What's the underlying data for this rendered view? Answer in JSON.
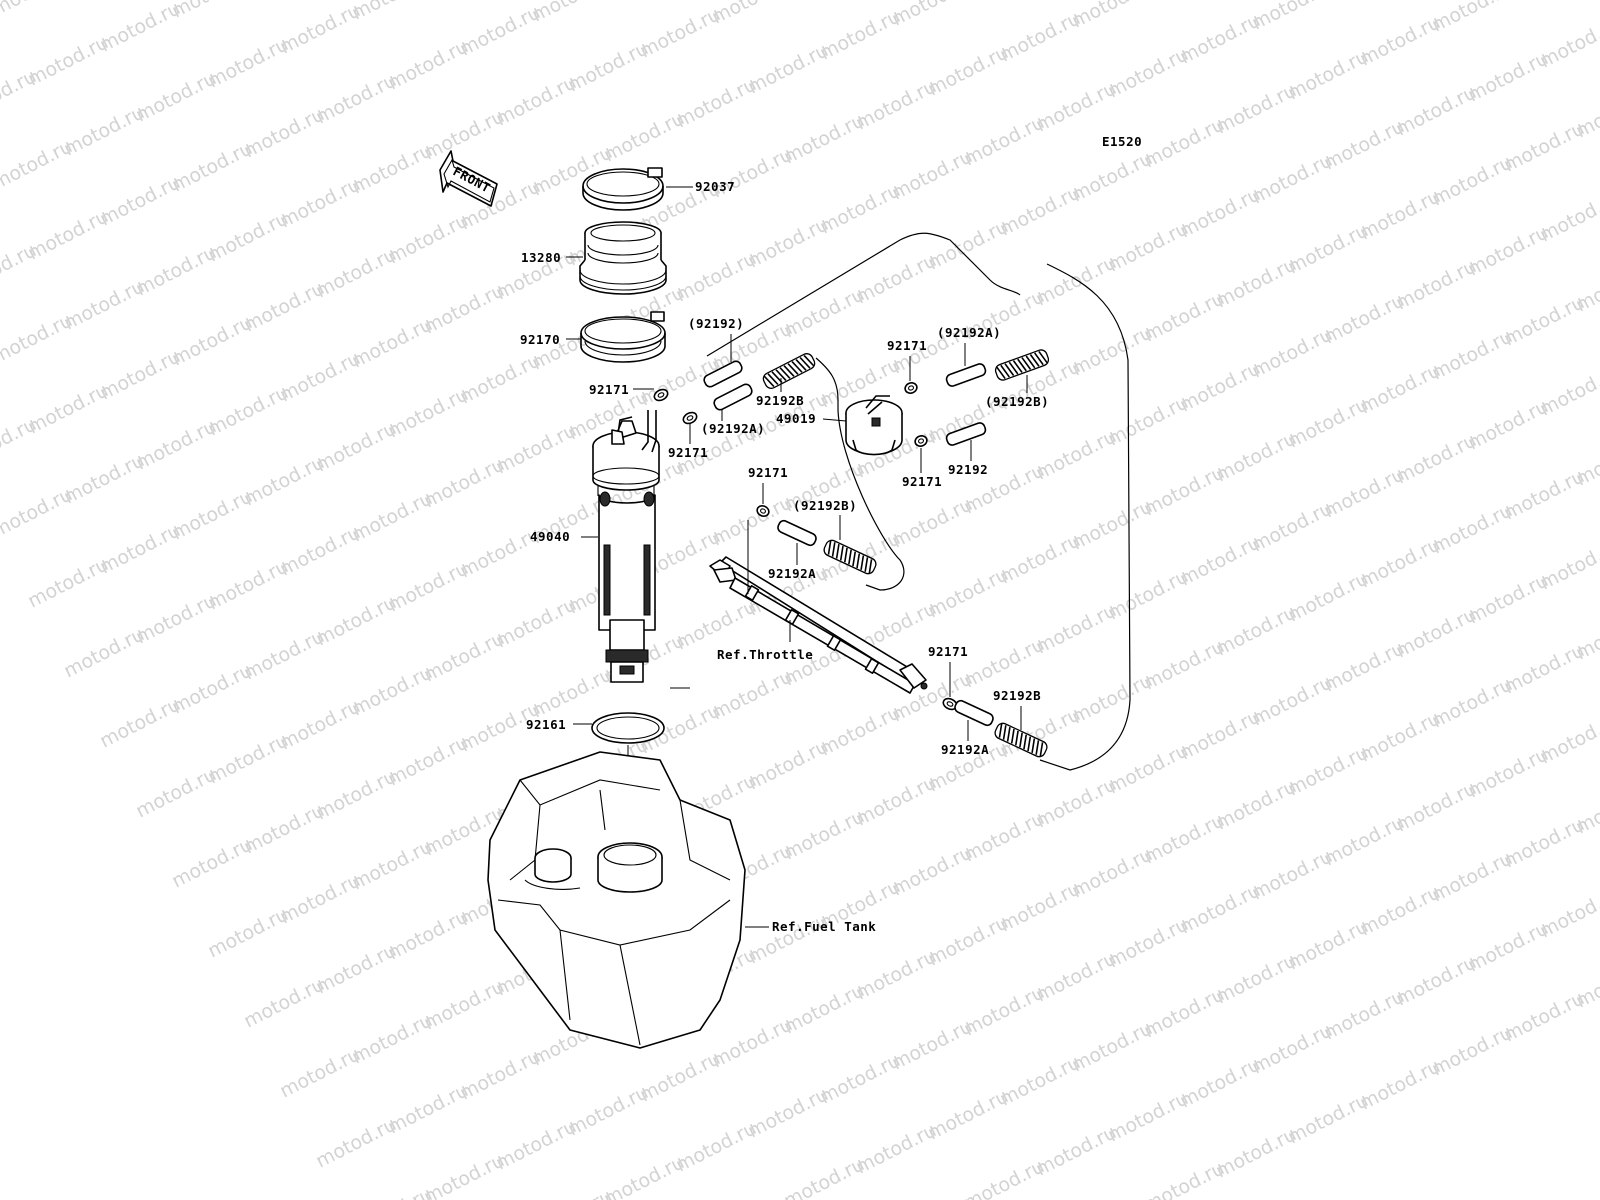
{
  "watermark": "motod.ru",
  "diagram_code": "E1520",
  "front_label": "FRONT",
  "labels": {
    "p92037": "92037",
    "p13280": "13280",
    "p92170": "92170",
    "p92192_top": "(92192)",
    "p92171_a": "92171",
    "p92192B_a": "92192B",
    "p92192A_a": "(92192A)",
    "p92171_b": "92171",
    "p49019": "49019",
    "p92171_c": "92171",
    "p92192A_b": "(92192A)",
    "p92192B_b": "(92192B)",
    "p92171_d": "92171",
    "p92192_b": "92192",
    "p49040": "49040",
    "p92171_e": "92171",
    "p92192B_c": "(92192B)",
    "p92192A_c": "92192A",
    "ref_throttle": "Ref.Throttle",
    "p92171_f": "92171",
    "p92192B_d": "92192B",
    "p92192A_d": "92192A",
    "p92161": "92161",
    "ref_fuel_tank": "Ref.Fuel Tank"
  }
}
